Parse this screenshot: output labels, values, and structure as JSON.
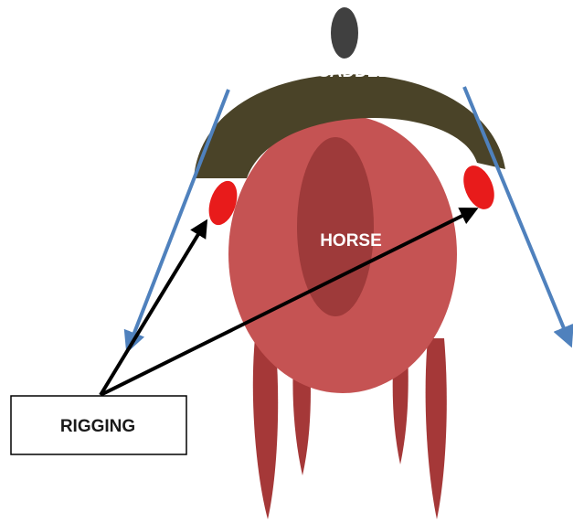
{
  "labels": {
    "saddle": "SADDLE",
    "horse": "HORSE",
    "rigging": "RIGGING"
  },
  "colors": {
    "saddle": "#4a4328",
    "horn": "#404040",
    "horse_body": "#c55353",
    "horse_back": "#9e3a3a",
    "legs": "#a53838",
    "rigging_rings": "#e81b1b",
    "cinch_lines": "#4f81bd",
    "pointer_arrows": "#000000",
    "label_box_border": "#000000"
  },
  "icons": {
    "cinch_left": "blue-arrow-down-left",
    "cinch_right": "blue-arrow-down-right",
    "pointer": "black-arrow"
  }
}
